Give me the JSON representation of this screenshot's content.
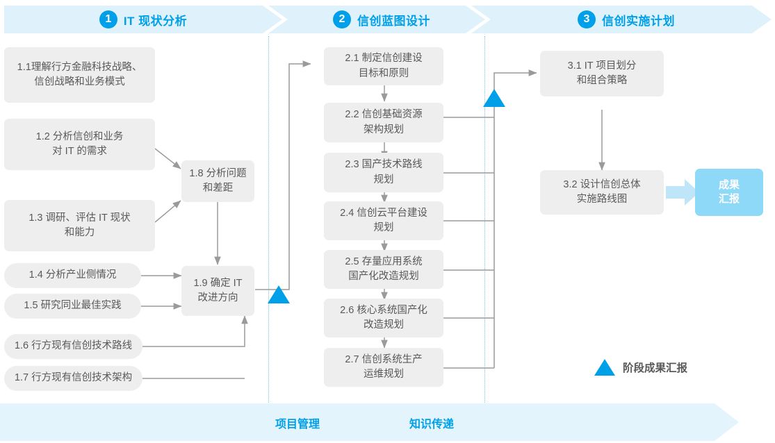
{
  "phases": [
    {
      "num": "1",
      "title": "IT 现状分析"
    },
    {
      "num": "2",
      "title": "信创蓝图设计"
    },
    {
      "num": "3",
      "title": "信创实施计划"
    }
  ],
  "phase1_tasks": [
    {
      "id": "1.1",
      "text": "1.1理解行方金融科技战略、\n信创战略和业务模式"
    },
    {
      "id": "1.2",
      "text": "1.2 分析信创和业务\n对 IT 的需求"
    },
    {
      "id": "1.3",
      "text": "1.3 调研、评估 IT 现状\n和能力"
    },
    {
      "id": "1.4",
      "text": "1.4 分析产业侧情况"
    },
    {
      "id": "1.5",
      "text": "1.5 研究同业最佳实践"
    },
    {
      "id": "1.6",
      "text": "1.6 行方现有信创技术路线"
    },
    {
      "id": "1.7",
      "text": "1.7 行方现有信创技术架构"
    },
    {
      "id": "1.8",
      "text": "1.8 分析问题\n和差距"
    },
    {
      "id": "1.9",
      "text": "1.9 确定 IT\n改进方向"
    }
  ],
  "phase2_tasks": [
    {
      "id": "2.1",
      "text": "2.1 制定信创建设\n目标和原则"
    },
    {
      "id": "2.2",
      "text": "2.2 信创基础资源\n架构规划"
    },
    {
      "id": "2.3",
      "text": "2.3 国产技术路线\n规划"
    },
    {
      "id": "2.4",
      "text": "2.4 信创云平台建设\n规划"
    },
    {
      "id": "2.5",
      "text": "2.5 存量应用系统\n国产化改造规划"
    },
    {
      "id": "2.6",
      "text": "2.6 核心系统国产化\n改造规划"
    },
    {
      "id": "2.7",
      "text": "2.7 信创系统生产\n运维规划"
    }
  ],
  "phase3_tasks": [
    {
      "id": "3.1",
      "text": "3.1 IT 项目划分\n和组合策略"
    },
    {
      "id": "3.2",
      "text": "3.2 设计信创总体\n实施路线图"
    }
  ],
  "deliverable": {
    "text": "成果\n汇报"
  },
  "legend": {
    "label": "阶段成果汇报",
    "marker": "blue-triangle"
  },
  "bottom_band": {
    "labels": [
      "项目管理",
      "知识传递"
    ]
  },
  "colors": {
    "accent": "#00a0e9",
    "band": "#dff1fb",
    "bottom_band": "#e3f4fc",
    "box_fill": "#eeeeee",
    "box_text": "#595959",
    "chip_fill": "#8ed8f8",
    "wire": "#9a9a9a",
    "dotted_divider": "#6fc9ee"
  }
}
